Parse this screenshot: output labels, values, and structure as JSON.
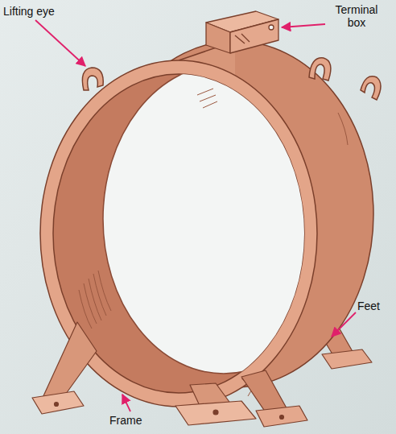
{
  "diagram": {
    "labels": [
      "Lifting eye",
      "Terminal box",
      "Feet",
      "Frame"
    ]
  }
}
